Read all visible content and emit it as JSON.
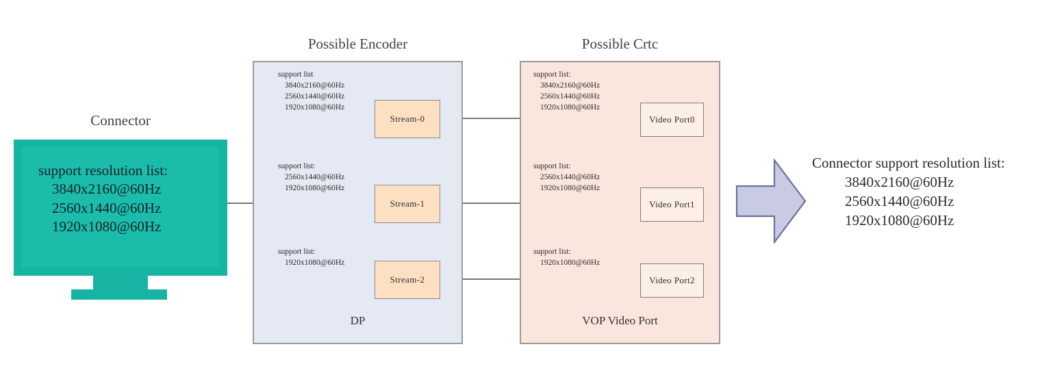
{
  "diagram": {
    "connector": {
      "title": "Connector",
      "list_header": "support resolution list:",
      "resolutions": [
        "3840x2160@60Hz",
        "2560x1440@60Hz",
        "1920x1080@60Hz"
      ]
    },
    "encoder": {
      "title": "Possible Encoder",
      "footer": "DP",
      "rows": [
        {
          "list_header": "support list",
          "resolutions": [
            "3840x2160@60Hz",
            "2560x1440@60Hz",
            "1920x1080@60Hz"
          ],
          "node": "Stream-0"
        },
        {
          "list_header": "support list:",
          "resolutions": [
            "2560x1440@60Hz",
            "1920x1080@60Hz"
          ],
          "node": "Stream-1"
        },
        {
          "list_header": "support list:",
          "resolutions": [
            "1920x1080@60Hz"
          ],
          "node": "Stream-2"
        }
      ]
    },
    "crtc": {
      "title": "Possible Crtc",
      "footer": "VOP Video Port",
      "rows": [
        {
          "list_header": "support list:",
          "resolutions": [
            "3840x2160@60Hz",
            "2560x1440@60Hz",
            "1920x1080@60Hz"
          ],
          "node": "Video Port0"
        },
        {
          "list_header": "support list:",
          "resolutions": [
            "2560x1440@60Hz",
            "1920x1080@60Hz"
          ],
          "node": "Video Port1"
        },
        {
          "list_header": "support list:",
          "resolutions": [
            "1920x1080@60Hz"
          ],
          "node": "Video Port2"
        }
      ]
    },
    "result": {
      "header": "Connector support resolution list:",
      "resolutions": [
        "3840x2160@60Hz",
        "2560x1440@60Hz",
        "1920x1080@60Hz"
      ]
    },
    "colors": {
      "connector_fill": "#17b3a3",
      "encoder_fill": "#e4e9f3",
      "crtc_fill": "#fbe6de",
      "stream_fill": "#fde0c2",
      "vport_fill": "#fdeee6",
      "arrow_fill": "#c9cbe3",
      "arrow_stroke": "#6b6f9c",
      "line": "#4a4a4a"
    }
  }
}
